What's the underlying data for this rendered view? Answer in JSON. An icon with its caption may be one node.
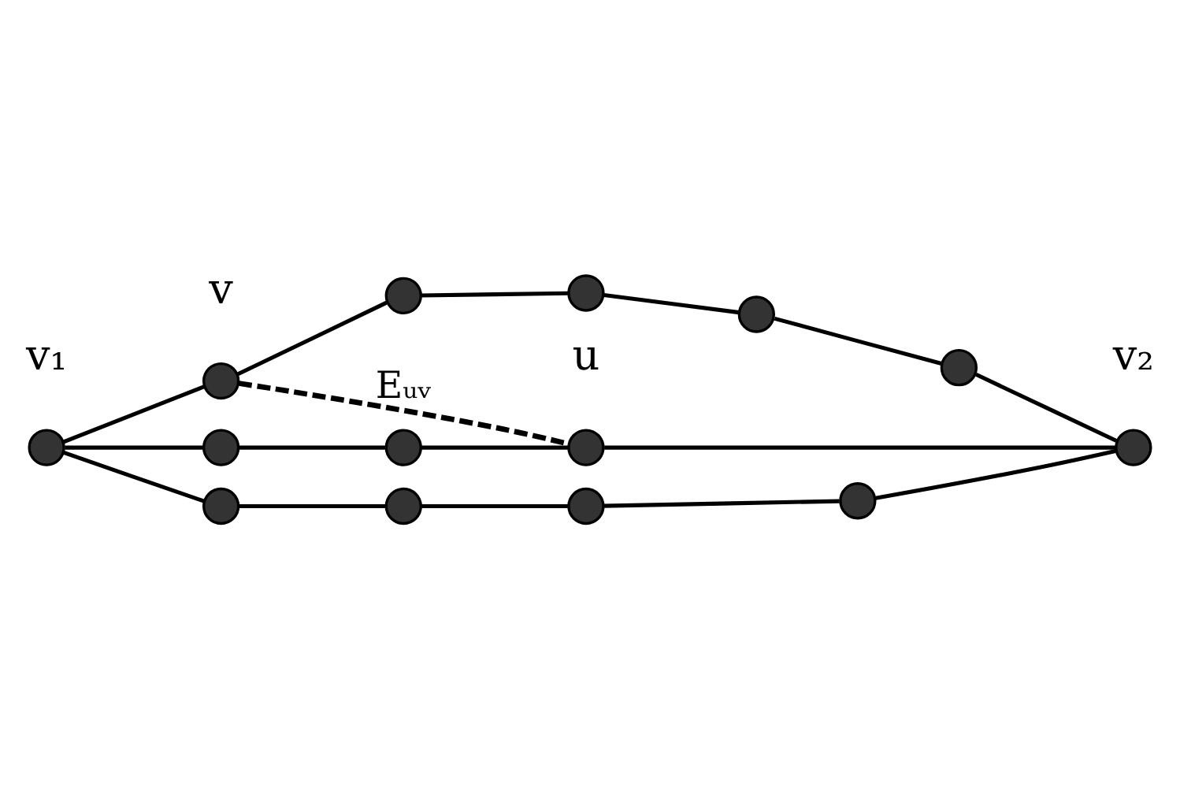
{
  "diagram": {
    "nodes": [
      {
        "text": [],
        "shape": "circle"
      },
      {
        "text": [],
        "shape": "circle"
      },
      {
        "text": [],
        "shape": "circle"
      },
      {
        "text": [],
        "shape": "circle",
        "beside": [
          "v"
        ]
      },
      {
        "text": [],
        "shape": "circle"
      },
      {
        "text": [],
        "shape": "circle",
        "beside": [
          "v₁"
        ]
      },
      {
        "text": [],
        "shape": "circle"
      },
      {
        "text": [],
        "shape": "circle",
        "beside": [
          "v₂"
        ]
      },
      {
        "text": [],
        "shape": "circle"
      },
      {
        "text": [],
        "shape": "circle"
      },
      {
        "text": [],
        "shape": "circle",
        "beside": [
          "u"
        ]
      },
      {
        "text": [],
        "shape": "circle"
      },
      {
        "text": [],
        "shape": "circle"
      },
      {
        "text": [],
        "shape": "circle"
      }
    ],
    "edges": [
      {
        "from": 5,
        "to": 3,
        "arrow": "none"
      },
      {
        "from": 3,
        "to": 2,
        "arrow": "none"
      },
      {
        "from": 2,
        "to": 0,
        "arrow": "none"
      },
      {
        "from": 0,
        "to": 1,
        "arrow": "none"
      },
      {
        "from": 1,
        "to": 4,
        "arrow": "none"
      },
      {
        "from": 4,
        "to": 7,
        "arrow": "none"
      },
      {
        "from": 5,
        "to": 6,
        "arrow": "none"
      },
      {
        "from": 6,
        "to": 8,
        "arrow": "none"
      },
      {
        "from": 8,
        "to": 10,
        "arrow": "none"
      },
      {
        "from": 10,
        "to": 7,
        "arrow": "none"
      },
      {
        "from": 5,
        "to": 9,
        "arrow": "none"
      },
      {
        "from": 9,
        "to": 12,
        "arrow": "none"
      },
      {
        "from": 12,
        "to": 13,
        "arrow": "none"
      },
      {
        "from": 13,
        "to": 11,
        "arrow": "none"
      },
      {
        "from": 11,
        "to": 7,
        "arrow": "none"
      },
      {
        "from": 3,
        "to": 10,
        "arrow": "none",
        "style": "dashed",
        "label": "Eᵤᵥ"
      }
    ]
  }
}
